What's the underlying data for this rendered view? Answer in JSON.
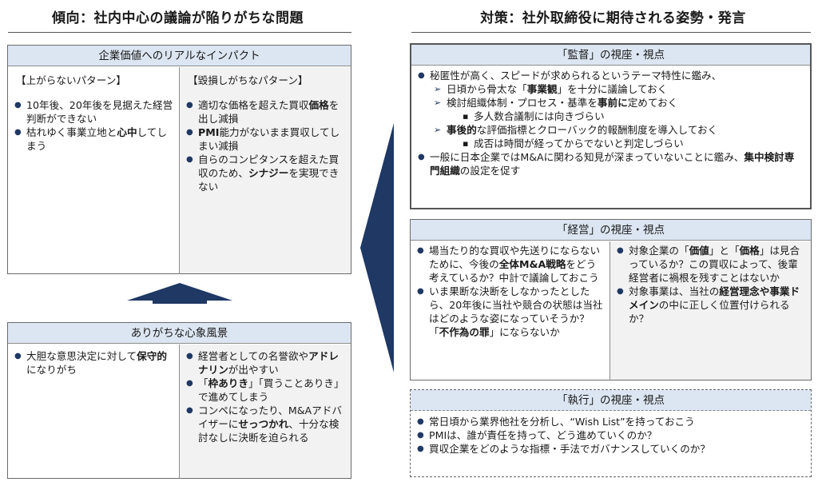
{
  "left": {
    "heading": "傾向：社内中心の議論が陥りがちな問題",
    "impact": {
      "title": "企業価値へのリアルなインパクト",
      "no_rise": {
        "title": "【上がらないパターン】",
        "items": [
          {
            "pre": "10年後、20年後を見据えた経営判断ができない",
            "bold": "",
            "post": ""
          },
          {
            "pre": "枯れゆく事業立地と",
            "bold": "心中",
            "post": "してしまう"
          }
        ]
      },
      "damage": {
        "title": "【毀損しがちなパターン】",
        "items": [
          {
            "pre": "適切な価格を超えた買収",
            "bold": "価格",
            "post": "を出し減損"
          },
          {
            "pre": "",
            "bold": "PMI",
            "post": "能力がないまま買収してしまい減損"
          },
          {
            "pre": "自らのコンピタンスを超えた買収のため、",
            "bold": "シナジー",
            "post": "を実現できない"
          }
        ]
      }
    },
    "mind": {
      "title": "ありがちな心象風景",
      "left_item": {
        "pre": "大胆な意思決定に対して",
        "bold": "保守的",
        "post": "になりがち"
      },
      "right_items": [
        {
          "pre": "経営者としての名誉欲や",
          "bold": "アドレナリン",
          "post": "が出やすい"
        },
        {
          "pre": "「",
          "bold": "枠ありき",
          "post": "」「買うことありき」で進めてしまう"
        },
        {
          "pre": "コンペになったり、M&Aアドバイザーに",
          "bold": "せっつかれ",
          "post": "、十分な検討なしに決断を迫られる"
        }
      ]
    }
  },
  "right": {
    "heading": "対策：社外取締役に期待される姿勢・発言",
    "kansa": {
      "title": "「監督」の視座・視点",
      "item1": "秘匿性が高く、スピードが求められるというテーマ特性に鑑み、",
      "sub1": {
        "pre": "日頃から骨太な「",
        "bold": "事業観",
        "post": "」を十分に議論しておく"
      },
      "sub2": {
        "pre": "検討組織体制・プロセス・基準を",
        "bold": "事前に",
        "post": "定めておく"
      },
      "subsub1": "多人数合議制には向きづらい",
      "sub3": {
        "pre": "",
        "bold": "事後的",
        "post": "な評価指標とクローバック的報酬制度を導入しておく"
      },
      "subsub2": "成否は時間が経ってからでないと判定しづらい",
      "item2": {
        "pre": "一般に日本企業ではM&Aに関わる知見が深まっていないことに鑑み、",
        "bold": "集中検討専門組織",
        "post": "の設定を促す"
      }
    },
    "keiei": {
      "title": "「経営」の視座・視点",
      "left_items": [
        {
          "pre": "場当たり的な買収や先送りにならないために、今後の",
          "bold": "全体M&A戦略",
          "post": "をどう考えているか？中計で議論しておこう"
        },
        {
          "pre": "いま果断な決断をしなかったとしたら、20年後に当社や競合の状態は当社はどのような姿になっていそうか？「",
          "bold": "不作為の罪",
          "post": "」にならないか"
        }
      ],
      "right_items": [
        {
          "pre": "対象企業の「",
          "bold": "価値",
          "mid": "」と「",
          "bold2": "価格",
          "post": "」は見合っているか？この買収によって、後輩経営者に禍根を残すことはないか"
        },
        {
          "pre": "対象事業は、当社の",
          "bold": "経営理念や事業ドメイン",
          "post": "の中に正しく位置付けられるか？"
        }
      ]
    },
    "shikko": {
      "title": "「執行」の視座・視点",
      "items": [
        "常日頃から業界他社を分析し、“Wish List”を持っておこう",
        "PMIは、誰が責任を持って、どう進めていくのか？",
        "買収企業をどのような指標・手法でガバナンスしていくのか？"
      ]
    }
  },
  "colors": {
    "header_fill": "#dce6f2",
    "arrow": "#1f3864",
    "grey_col": "#f2f2f2"
  }
}
